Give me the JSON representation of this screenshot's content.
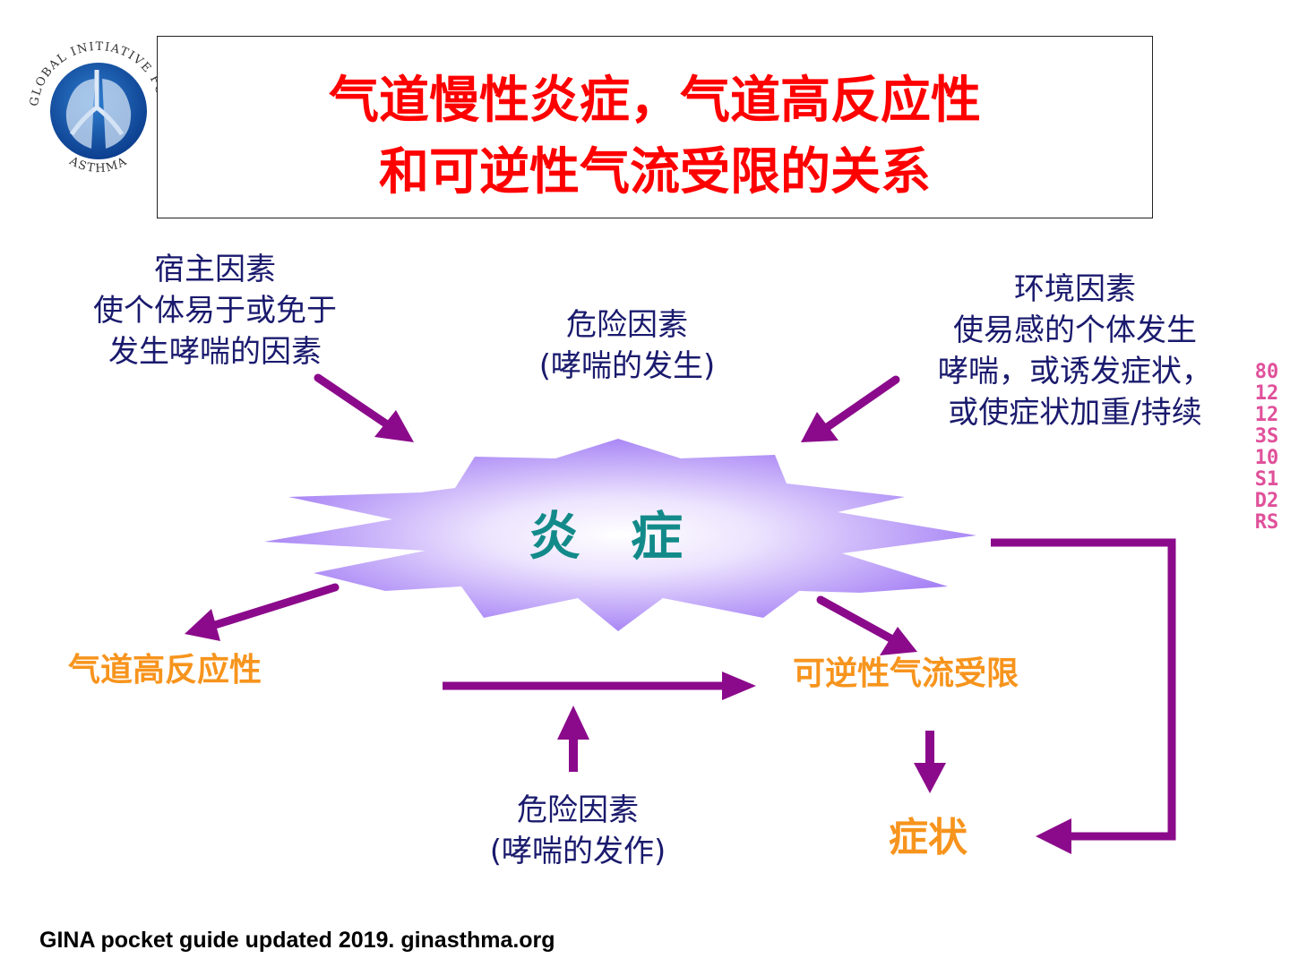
{
  "title": {
    "line1": "气道慢性炎症，气道高反应性",
    "line2": "和可逆性气流受限的关系"
  },
  "logo": {
    "text_top": "GLOBAL INITIATIVE FOR",
    "text_bottom": "ASTHMA"
  },
  "host_factors": {
    "line1": "宿主因素",
    "line2": "使个体易于或免于",
    "line3": "发生哮喘的因素"
  },
  "risk_development": {
    "line1": "危险因素",
    "line2": "(哮喘的发生)"
  },
  "environmental_factors": {
    "line1": "环境因素",
    "line2": "使易感的个体发生",
    "line3": "哮喘，或诱发症状，",
    "line4": "或使症状加重/持续"
  },
  "inflammation": "炎 症",
  "airway_hyperresponsiveness": "气道高反应性",
  "reversible_airflow_limitation": "可逆性气流受限",
  "symptoms": "症状",
  "risk_attacks": {
    "line1": "危险因素",
    "line2": "(哮喘的发作)"
  },
  "slide_code": "8012123S10S1D2RS",
  "footer": "GINA pocket guide updated 2019. ginasthma.org",
  "colors": {
    "title": "#ff0000",
    "text": "#1a1a6e",
    "highlight": "#f7941d",
    "inflammation_text": "#138a8a",
    "arrow": "#8b0a8b",
    "burst": "#a27cf5",
    "code": "#e0509a"
  }
}
